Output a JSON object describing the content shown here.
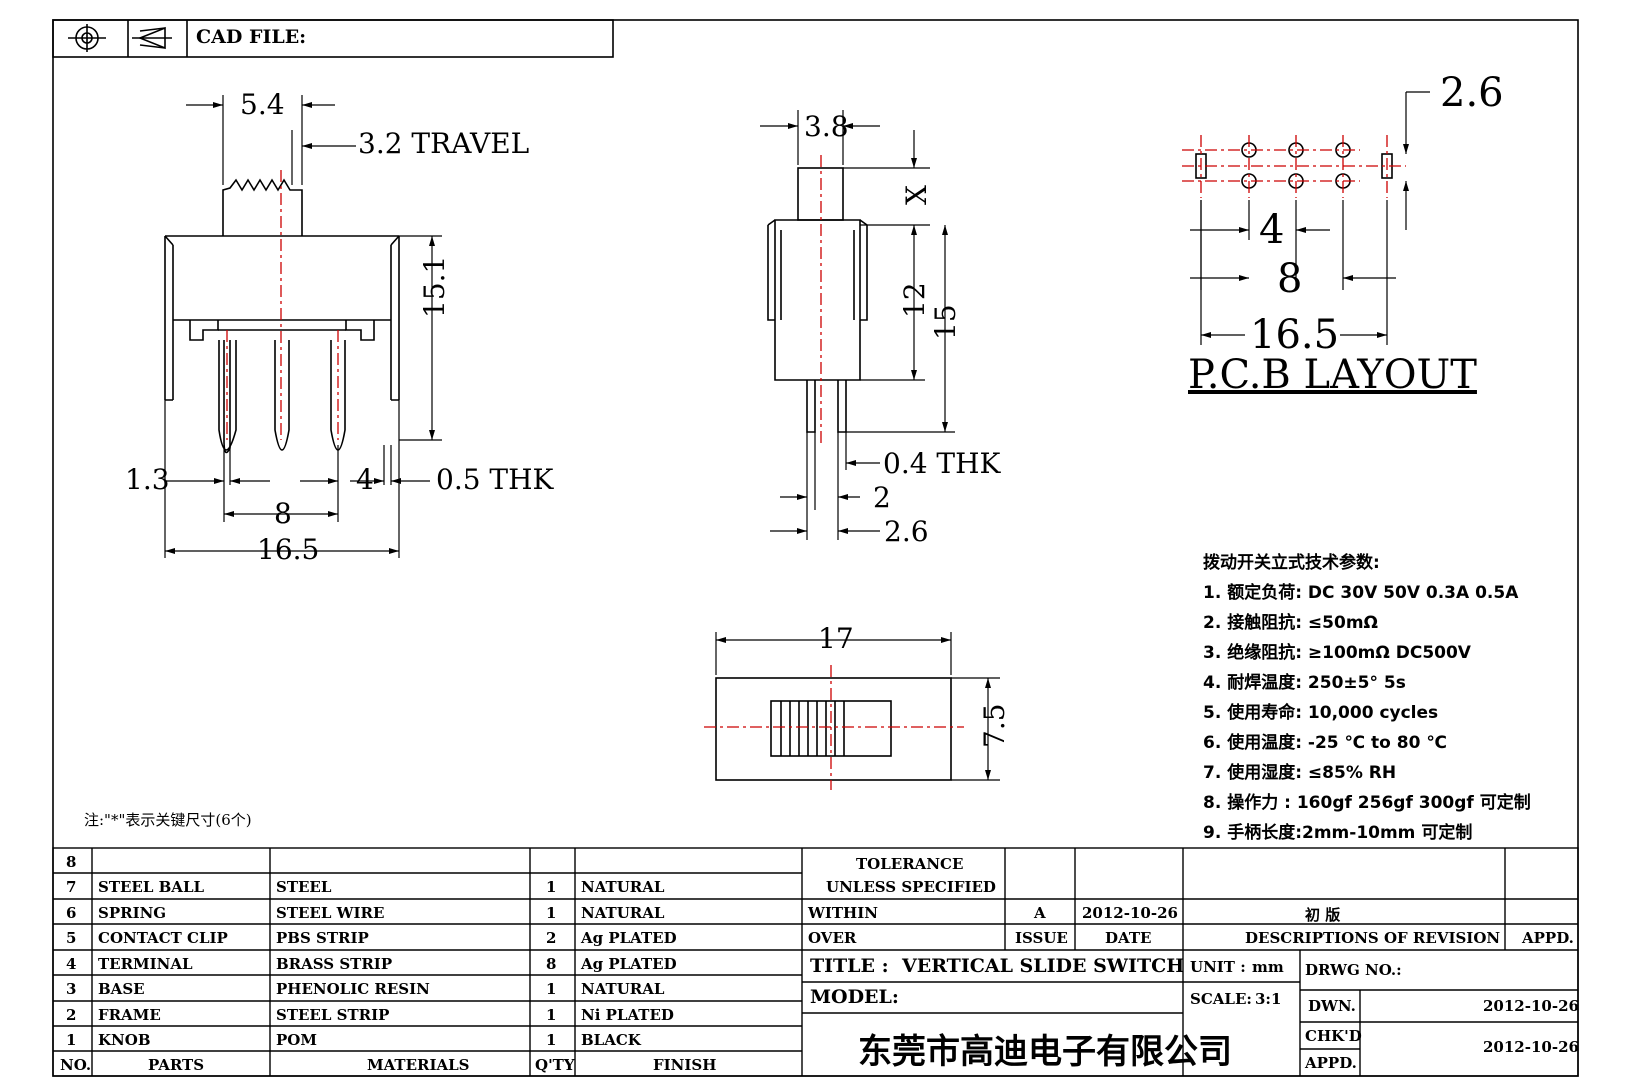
{
  "header": {
    "cad_file_label": "CAD FILE:"
  },
  "side_view": {
    "dim_width_top": "5.4",
    "dim_travel": "3.2 TRAVEL",
    "dim_height": "15.1",
    "dim_left_offset": "1.3",
    "dim_pitch": "4",
    "dim_thickness": "0.5 THK",
    "dim_span": "8",
    "dim_total": "16.5"
  },
  "end_view": {
    "dim_knob": "3.8",
    "dim_x": "X",
    "dim_body": "12",
    "dim_total": "15",
    "dim_thk": "0.4 THK",
    "dim_2": "2",
    "dim_26": "2.6"
  },
  "top_view": {
    "dim_length": "17",
    "dim_width": "7.5"
  },
  "pcb": {
    "dim_26": "2.6",
    "dim_4": "4",
    "dim_8": "8",
    "dim_165": "16.5",
    "title": "P.C.B LAYOUT"
  },
  "specs": {
    "title": "拨动开关立式技术参数:",
    "items": [
      "1. 额定负荷: DC 30V   50V   0.3A   0.5A",
      "2. 接触阻抗: ≤50mΩ",
      "3. 绝缘阻抗: ≥100mΩ  DC500V",
      "4. 耐焊温度: 250±5°  5s",
      "5. 使用寿命: 10,000 cycles",
      "6. 使用温度: -25 ℃  to 80 ℃",
      "7. 使用湿度: ≤85% RH",
      "8. 操作力 : 160gf   256gf   300gf  可定制",
      "9. 手柄长度:2mm-10mm  可定制"
    ]
  },
  "note": "注:\"*\"表示关键尺寸(6个)",
  "bom": {
    "headers": {
      "no": "NO.",
      "parts": "PARTS",
      "materials": "MATERIALS",
      "qty": "Q'TY",
      "finish": "FINISH"
    },
    "rows": [
      {
        "no": "8",
        "part": "",
        "material": "",
        "qty": "",
        "finish": ""
      },
      {
        "no": "7",
        "part": "STEEL BALL",
        "material": "STEEL",
        "qty": "1",
        "finish": "NATURAL"
      },
      {
        "no": "6",
        "part": "SPRING",
        "material": "STEEL WIRE",
        "qty": "1",
        "finish": "NATURAL"
      },
      {
        "no": "5",
        "part": "CONTACT CLIP",
        "material": "PBS STRIP",
        "qty": "2",
        "finish": "Ag PLATED"
      },
      {
        "no": "4",
        "part": "TERMINAL",
        "material": "BRASS STRIP",
        "qty": "8",
        "finish": "Ag PLATED"
      },
      {
        "no": "3",
        "part": "BASE",
        "material": "PHENOLIC RESIN",
        "qty": "1",
        "finish": "NATURAL"
      },
      {
        "no": "2",
        "part": "FRAME",
        "material": "STEEL STRIP",
        "qty": "1",
        "finish": "Ni PLATED"
      },
      {
        "no": "1",
        "part": "KNOB",
        "material": "POM",
        "qty": "1",
        "finish": "BLACK"
      }
    ]
  },
  "title_block": {
    "tolerance": "TOLERANCE",
    "unless": "UNLESS  SPECIFIED",
    "within": "WITHIN",
    "over": "OVER",
    "issue_value": "A",
    "date_value": "2012-10-26",
    "revision_value": "初  版",
    "issue_label": "ISSUE",
    "date_label": "DATE",
    "desc_label": "DESCRIPTIONS OF REVISION",
    "appd_label": "APPD.",
    "title_label": "TITLE :",
    "title_value": "VERTICAL SLIDE SWITCH",
    "unit_label": "UNIT :",
    "unit_value": "mm",
    "drwg_label": "DRWG NO.:",
    "model_label": "MODEL:",
    "scale_label": "SCALE:",
    "scale_value": "3:1",
    "dwn_label": "DWN.",
    "dwn_date": "2012-10-26",
    "chkd_label": "CHK'D",
    "chkd_date": "2012-10-26",
    "appd2_label": "APPD.",
    "company": "东莞市高迪电子有限公司"
  }
}
